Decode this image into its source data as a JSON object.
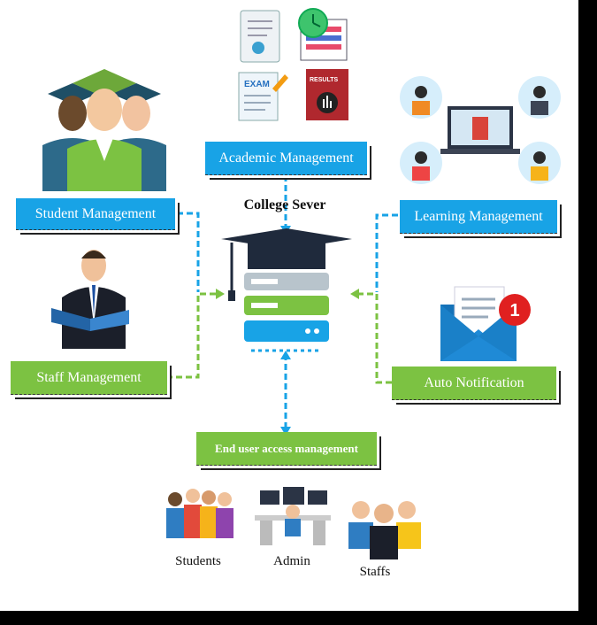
{
  "boxes": {
    "academic": "Academic Management",
    "student": "Student Management",
    "learning": "Learning Management",
    "staff": "Staff Management",
    "notification": "Auto Notification",
    "end_user": "End user access management"
  },
  "server_title": "College Sever",
  "users": {
    "students": "Students",
    "admin": "Admin",
    "staffs": "Staffs"
  },
  "icon_text": {
    "exam": "EXAM",
    "results": "RESULTS",
    "notification_count": "1"
  },
  "colors": {
    "blue": "#18a3e6",
    "green": "#7cc242",
    "server_dark": "#1f2a3c",
    "red_badge": "#e02020"
  }
}
